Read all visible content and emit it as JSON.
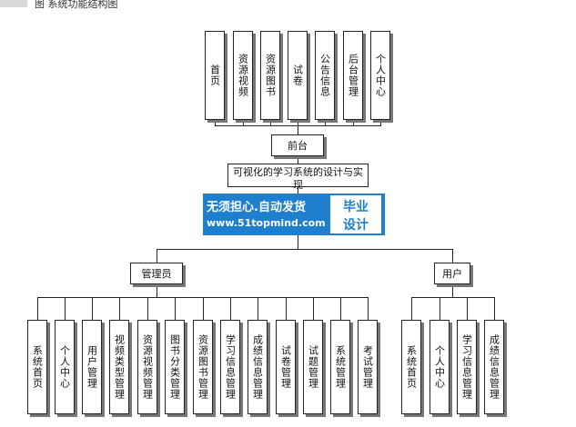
{
  "caption": "图 系统功能结构图",
  "front_nodes": [
    "首页",
    "资源视频",
    "资源图书",
    "试卷",
    "公告信息",
    "后台管理",
    "个人中心"
  ],
  "front_label": "前台",
  "root_label": "可视化的学习系统的设计与实现",
  "admin_label": "管理员",
  "user_label": "用户",
  "admin_nodes": [
    "系统首页",
    "个人中心",
    "用户管理",
    "视频类型管理",
    "资源视频管理",
    "图书分类管理",
    "资源图书管理",
    "学习信息管理",
    "成绩信息管理",
    "试卷管理",
    "试题管理",
    "系统管理",
    "考试管理"
  ],
  "user_nodes": [
    "系统首页",
    "个人中心",
    "学习信息管理",
    "成绩信息管理"
  ],
  "watermark": {
    "line1": "无须担心.自动发货",
    "line2": "www.51topmind.com",
    "right1": "毕业",
    "right2": "设计"
  }
}
